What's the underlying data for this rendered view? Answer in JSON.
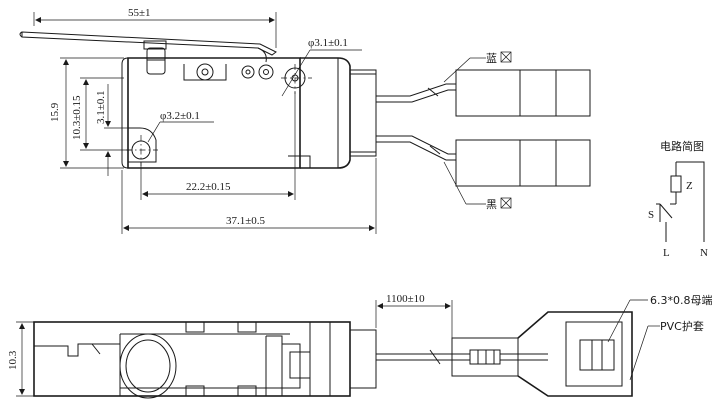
{
  "top_view": {
    "dim_lever_length": "55±1",
    "dim_pivot_hole": "φ3.1±0.1",
    "dim_mount_hole": "φ3.2±0.1",
    "dim_height": "15.9",
    "dim_hole_offset": "10.3±0.15",
    "dim_hole_spacing_v": "3.1±0.1",
    "dim_hole_distance": "22.2±0.15",
    "dim_body_length": "37.1±0.5",
    "wire_blue_label": "蓝",
    "wire_black_label": "黑"
  },
  "circuit": {
    "title": "电路简图",
    "label_z": "Z",
    "label_s": "S",
    "label_l": "L",
    "label_n": "N"
  },
  "bottom_view": {
    "dim_thickness": "10.3",
    "dim_wire_length": "1100±10",
    "terminal_label": "6.3*0.8母端",
    "sleeve_label": "PVC护套"
  },
  "colors": {
    "line": "#1a1a1a",
    "background": "#ffffff"
  }
}
